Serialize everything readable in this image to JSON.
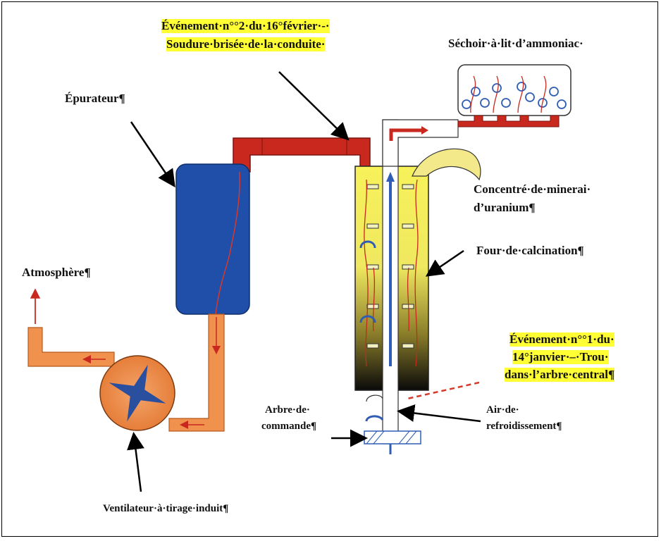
{
  "labels": {
    "event2_line1": "Événement·n°°2·du·16°février·-·",
    "event2_line2": "Soudure·brisée·de·la·conduite·",
    "dryer": "Séchoir·à·lit·d’ammoniac·",
    "scrubber": "Épurateur¶",
    "concentrate_line1": "Concentré·de·minerai·",
    "concentrate_line2": "d’uranium¶",
    "kiln": "Four·de·calcination¶",
    "atmosphere": "Atmosphère¶",
    "event1_line1": "Événement·n°°1·du·",
    "event1_line2": "14°janvier·–·Trou·",
    "event1_line3": "dans·l’arbre·central¶",
    "drive_shaft_line1": "Arbre·de·",
    "drive_shaft_line2": "commande¶",
    "cooling_air_line1": "Air·de·",
    "cooling_air_line2": "refroidissement¶",
    "fan": "Ventilateur·à·tirage·induit¶"
  },
  "colors": {
    "duct_red": "#c8281e",
    "duct_orange": "#f0914e",
    "scrubber_blue": "#1f4fa8",
    "fan_blue": "#2a4f9e",
    "highlight": "#ffff33",
    "kiln_yellow": "#f7f25a",
    "shaft_blue": "#2f5db5"
  }
}
